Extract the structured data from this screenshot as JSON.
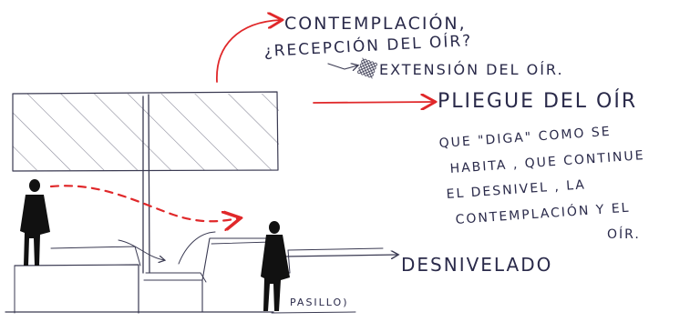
{
  "annotations": {
    "contemplation": "CONTEMPLACIÓN,",
    "reception": "¿RECEPCIÓN DEL OÍR?",
    "extension": "EXTENSIÓN DEL OÍR.",
    "fold_title": "PLIEGUE DEL OÍR",
    "fold_text": [
      "QUE \"DIGA\" COMO SE",
      "HABITA , QUE CONTINUE",
      "EL DESNIVEL , LA",
      "CONTEMPLACIÓN Y EL",
      "OÍR."
    ],
    "level_change": "DESNIVELADO",
    "corridor": "PASILLO)"
  },
  "colors": {
    "ink": "#3a3a52",
    "accent": "#e0282a",
    "figure": "#111111"
  }
}
